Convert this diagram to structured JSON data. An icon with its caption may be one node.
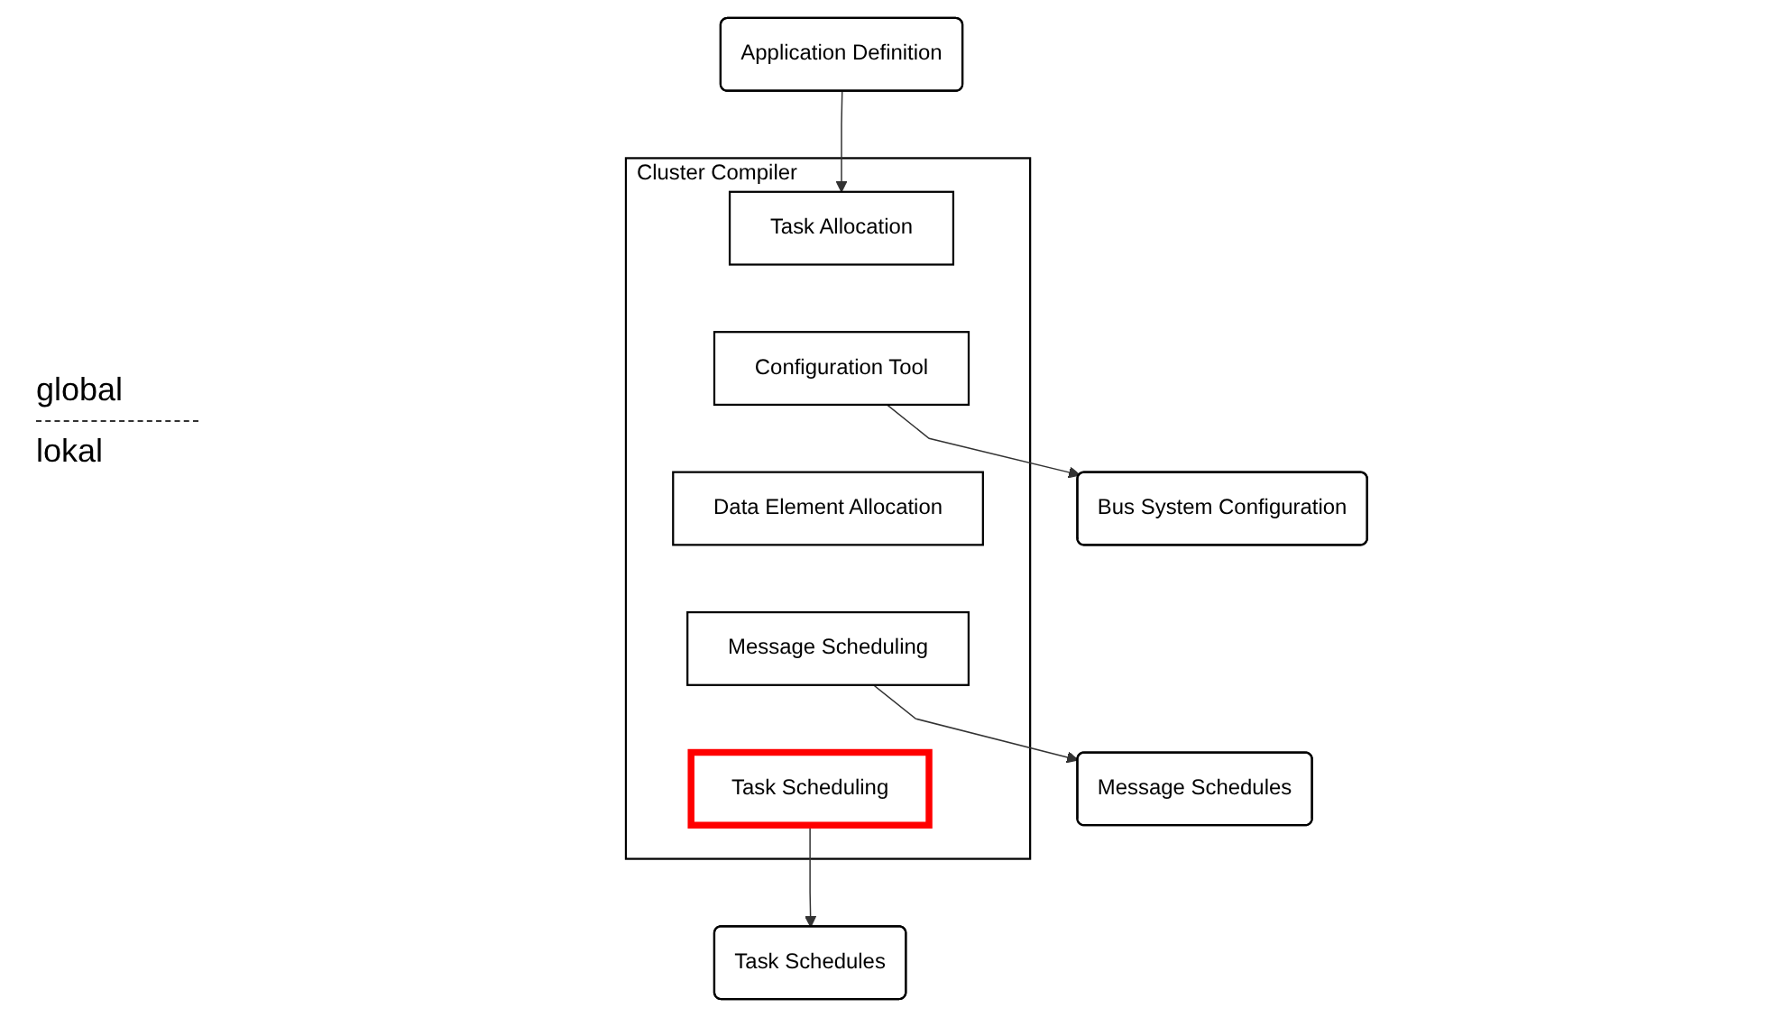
{
  "diagram": {
    "nodes": [
      {
        "text": [
          "Application Definition"
        ]
      },
      {
        "text": [
          "Cluster Compiler"
        ]
      },
      {
        "text": [
          "Task Allocation"
        ],
        "in": 1
      },
      {
        "text": [
          "Configuration Tool"
        ],
        "in": 1
      },
      {
        "text": [
          "Data Element Allocation"
        ],
        "in": 1
      },
      {
        "text": [
          "Message Scheduling"
        ],
        "in": 1
      },
      {
        "text": [
          "Task Scheduling"
        ],
        "in": 1
      },
      {
        "text": [
          "Bus System Configuration"
        ]
      },
      {
        "text": [
          "Message Schedules"
        ]
      },
      {
        "text": [
          "Task Schedules"
        ]
      }
    ],
    "edges": [
      {
        "from": 0,
        "to": 2,
        "arrow": "to"
      },
      {
        "from": 3,
        "to": 7,
        "arrow": "to"
      },
      {
        "from": 5,
        "to": 8,
        "arrow": "to"
      },
      {
        "from": 6,
        "to": 9,
        "arrow": "to"
      }
    ],
    "labels": [
      "global",
      "lokal"
    ]
  }
}
